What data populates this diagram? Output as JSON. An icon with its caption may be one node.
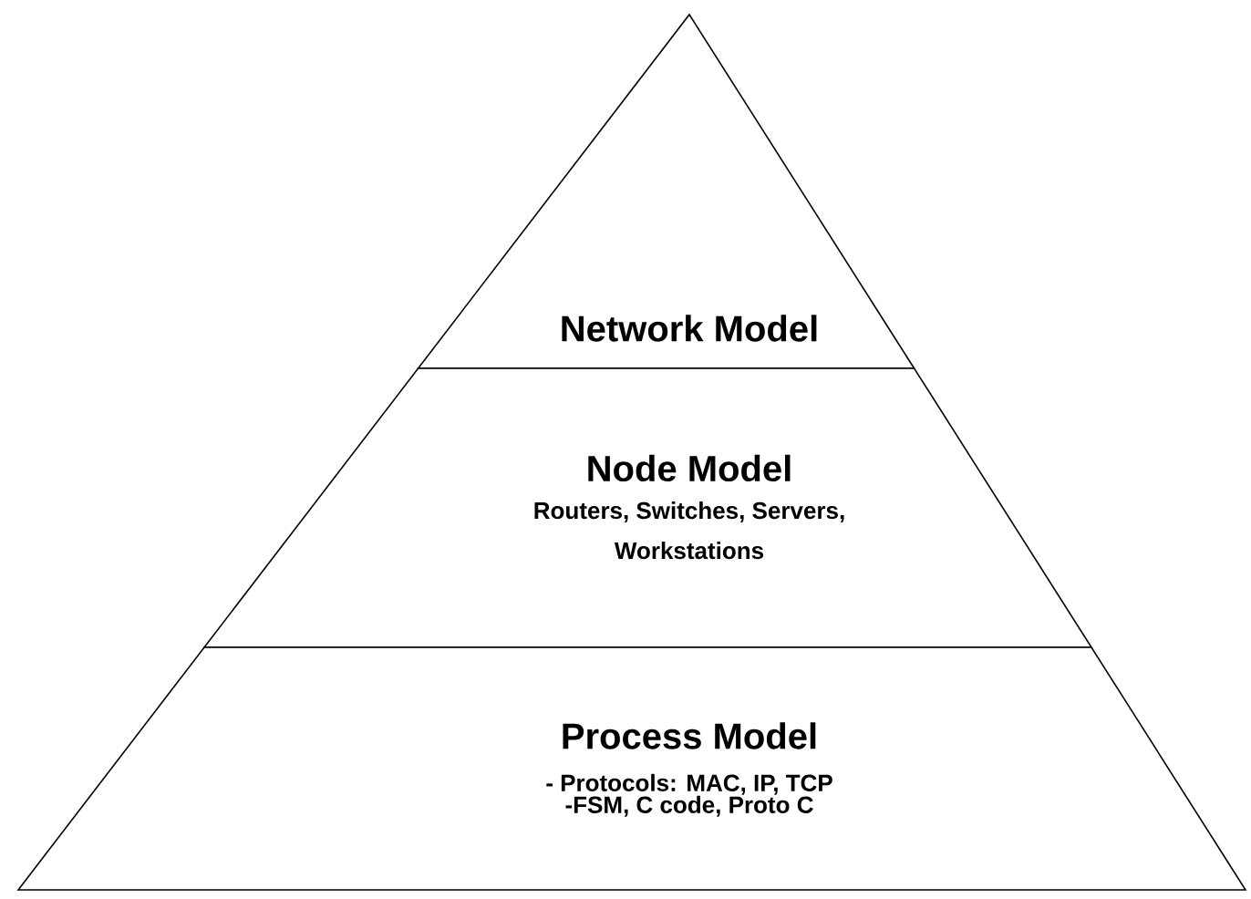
{
  "diagram": {
    "nodes": [
      {
        "text": [
          "Network Model"
        ]
      },
      {
        "text": [
          "Node Model",
          "Routers, Switches, Servers, Workstations"
        ]
      },
      {
        "text": [
          "Process Model",
          "- Protocols: MAC, IP, TCP",
          "-FSM, C code, Proto C"
        ]
      }
    ]
  }
}
